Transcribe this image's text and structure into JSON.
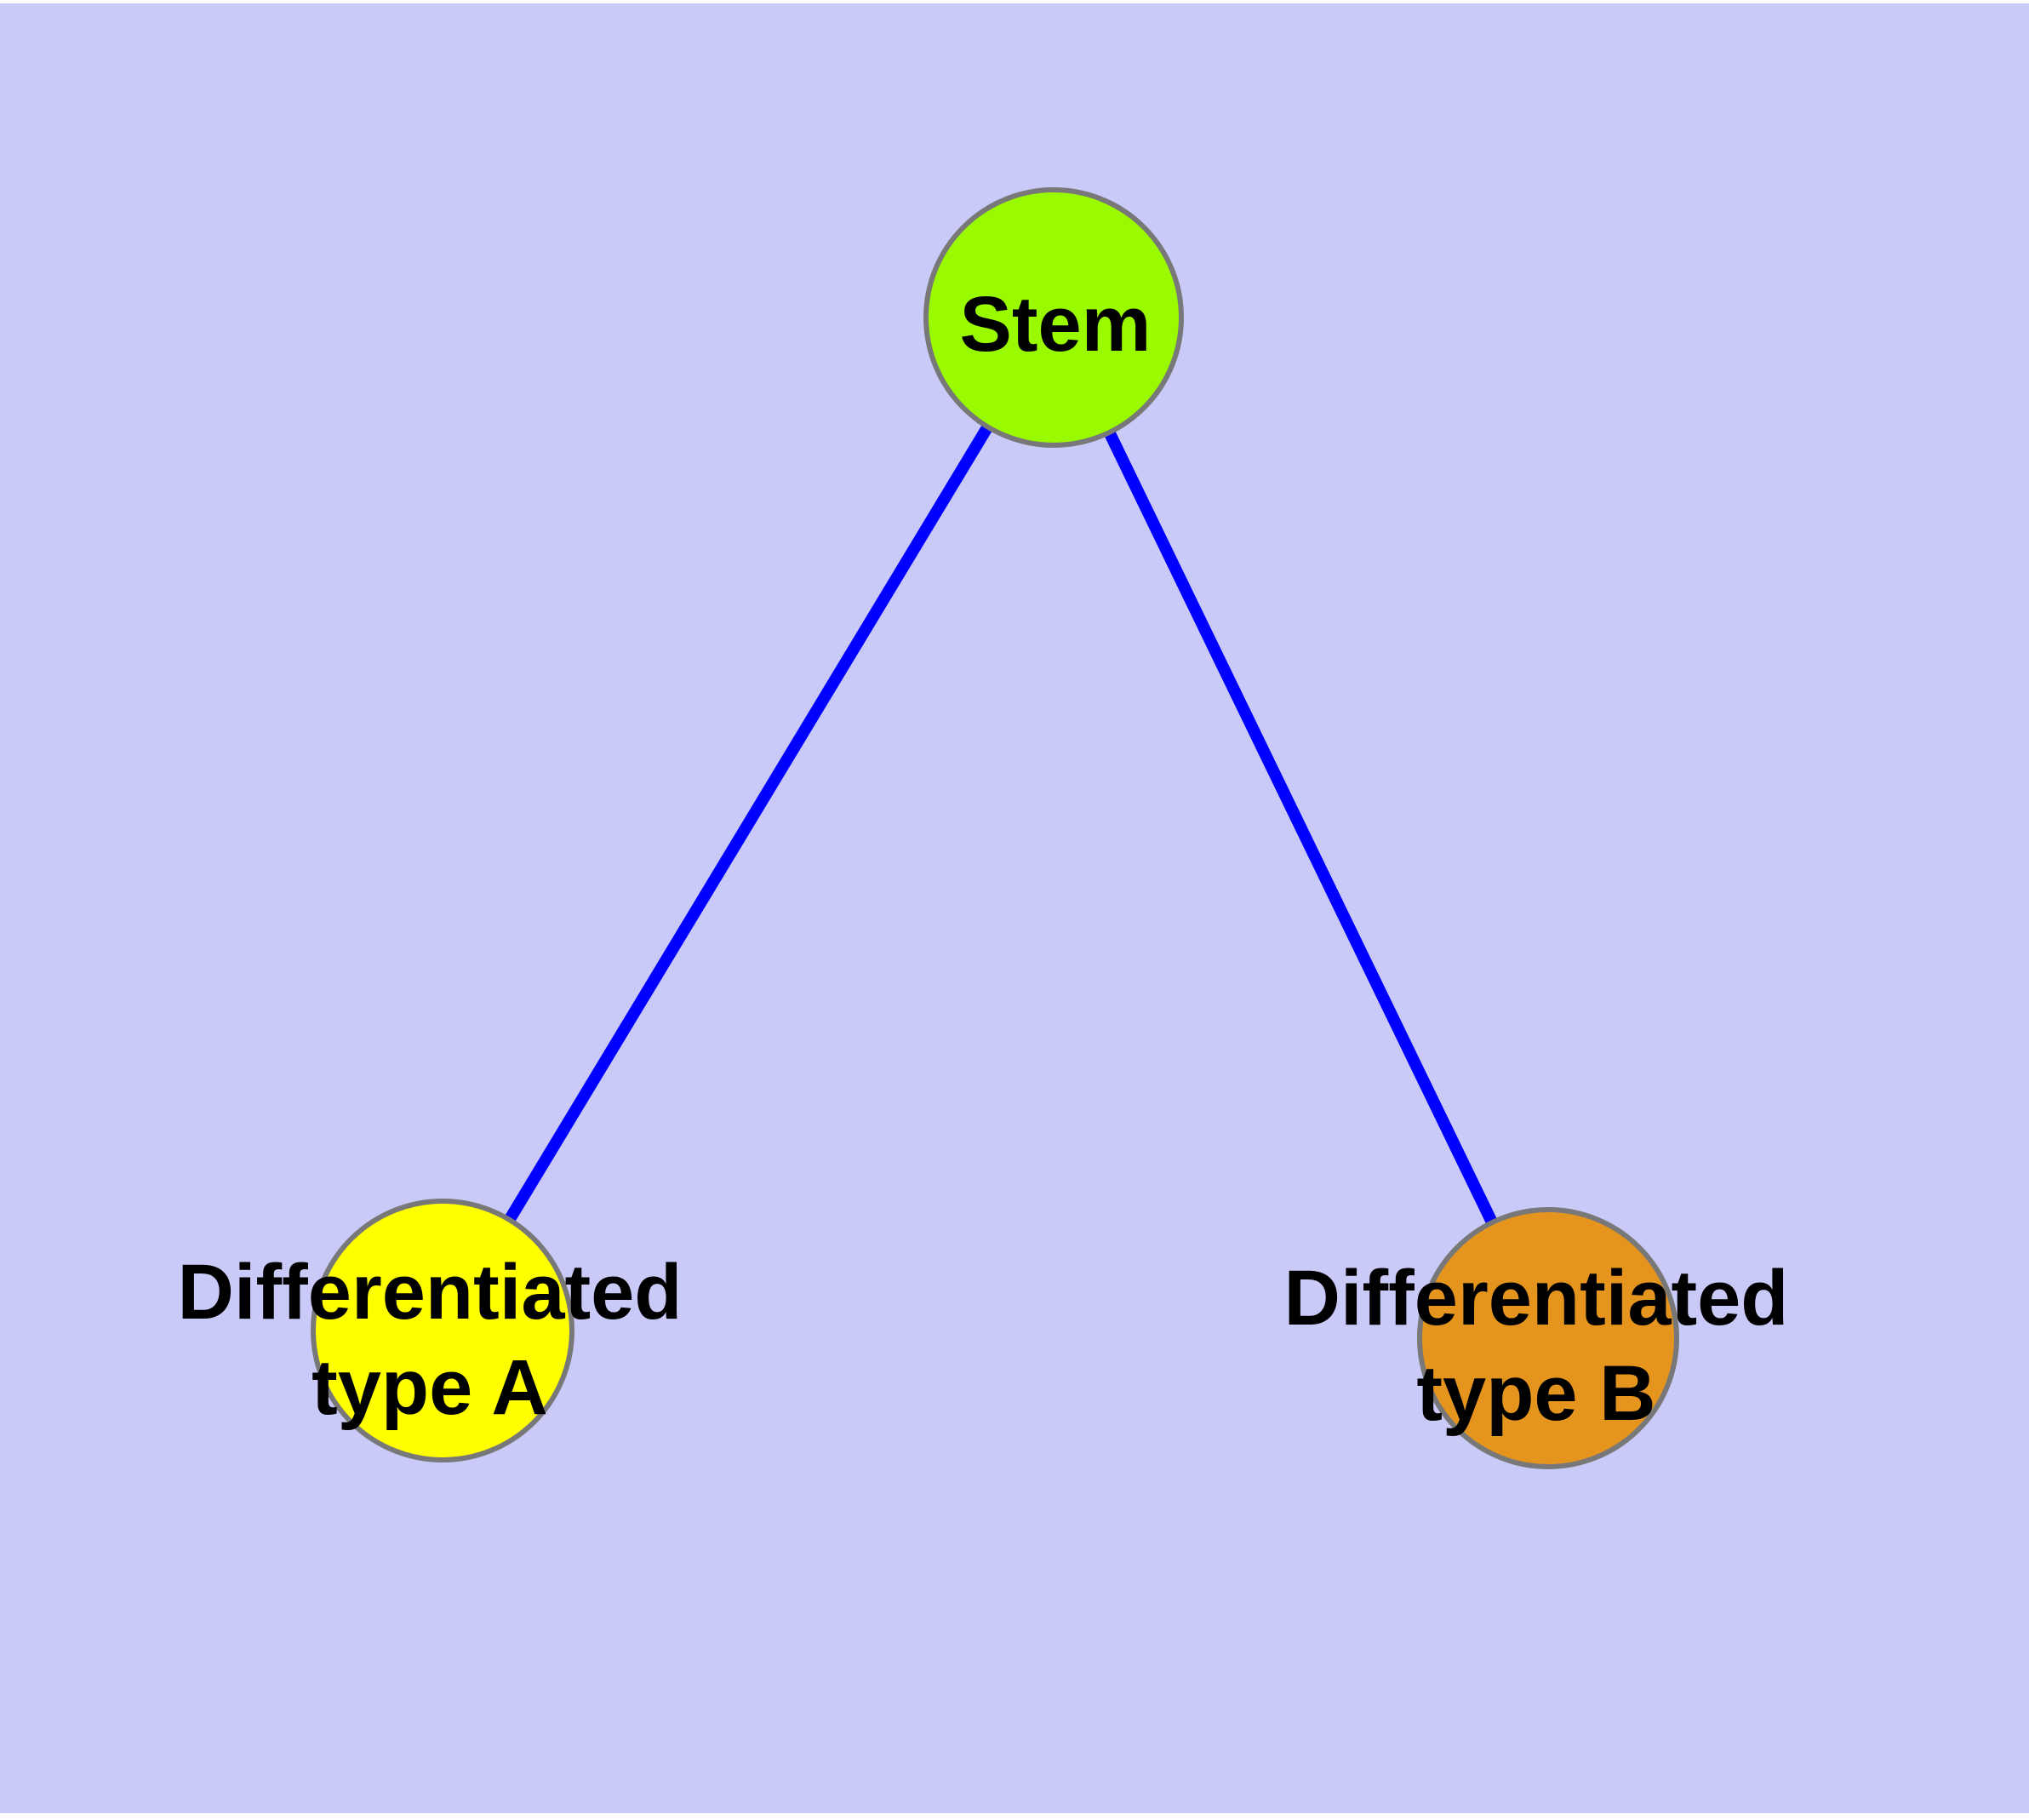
{
  "figure": {
    "type": "graph-diagram",
    "colors": {
      "page_background": "#ffffff",
      "canvas_background": "#cacaf8",
      "edge": "#0000ff",
      "node_border": "#787878",
      "label": "#000000"
    },
    "nodes": [
      {
        "id": "stem",
        "label": "Stem",
        "lines": [
          "Stem"
        ],
        "fill": "#9afa00"
      },
      {
        "id": "differentiated-type-a",
        "label": "Differentiated type A",
        "lines": [
          "Differentiated",
          "type A"
        ],
        "fill": "#ffff00"
      },
      {
        "id": "differentiated-type-b",
        "label": "Differentiated type B",
        "lines": [
          "Differentiated",
          "type B"
        ],
        "fill": "#e5951e"
      }
    ],
    "edges": [
      {
        "from": "stem",
        "to": "differentiated-type-a"
      },
      {
        "from": "stem",
        "to": "differentiated-type-b"
      }
    ]
  }
}
